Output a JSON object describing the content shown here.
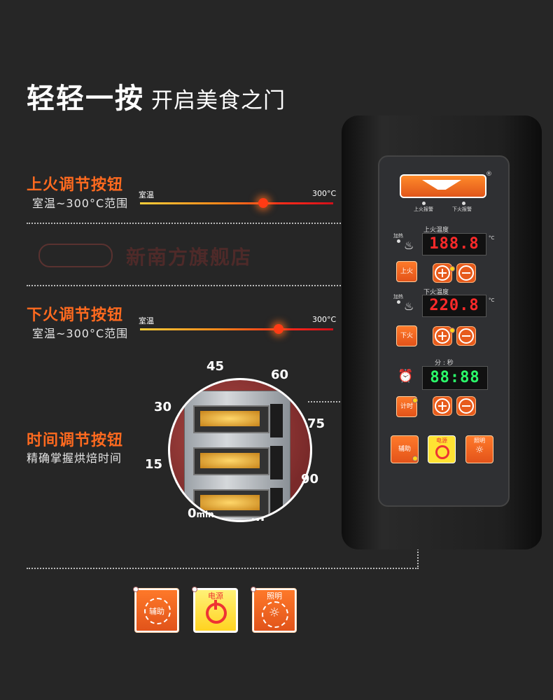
{
  "heading": {
    "main": "轻轻一按",
    "sub": "开启美食之门"
  },
  "upper_fire": {
    "title": "上火调节按钮",
    "desc": "室温~300°C范围",
    "slider_min": "室温",
    "slider_max": "300°C",
    "level_fraction": 0.62
  },
  "watermark": {
    "text": "新南方旗舰店"
  },
  "lower_fire": {
    "title": "下火调节按钮",
    "desc": "室温~300°C范围",
    "slider_min": "室温",
    "slider_max": "300°C",
    "level_fraction": 0.72
  },
  "timer": {
    "title": "时间调节按钮",
    "desc": "精确掌握烘焙时间",
    "dial": {
      "n0": "0",
      "unit": "min",
      "n15": "15",
      "n30": "30",
      "n45": "45",
      "n60": "60",
      "n75": "75",
      "n90": "90",
      "more": "..."
    }
  },
  "panel": {
    "registered": "®",
    "alarm_upper": "上火报警",
    "alarm_lower": "下火报警",
    "heating": "加热",
    "upper_temp_label": "上火温度",
    "upper_temp_value": "188.8",
    "lower_temp_label": "下火温度",
    "lower_temp_value": "220.8",
    "temp_unit": "°C",
    "upper_btn": "上火",
    "lower_btn": "下火",
    "time_labels": "分 : 秒",
    "time_value": "88:88",
    "timer_btn": "计时",
    "aux_btn": "辅助",
    "power_btn": "电源",
    "light_btn": "照明",
    "colors": {
      "led_red": "#ff2a2a",
      "led_green": "#2bff6a",
      "accent": "#ff6a1f"
    }
  },
  "bottom_buttons": {
    "aux": "辅助",
    "power": "电源",
    "light": "照明"
  }
}
